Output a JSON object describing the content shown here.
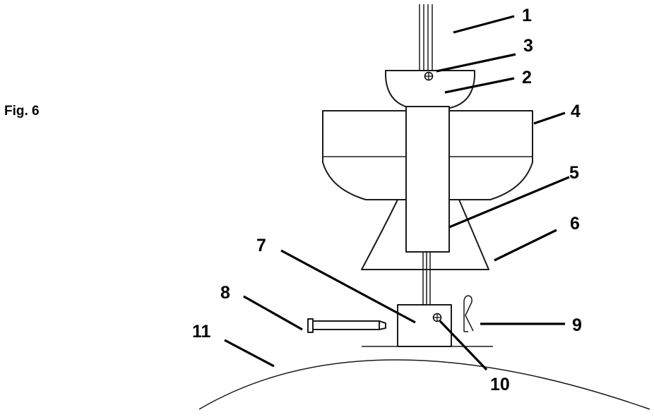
{
  "figure": {
    "label": "Fig. 6"
  },
  "callouts": [
    {
      "id": "c1",
      "text": "1"
    },
    {
      "id": "c2",
      "text": "2"
    },
    {
      "id": "c3",
      "text": "3"
    },
    {
      "id": "c4",
      "text": "4"
    },
    {
      "id": "c5",
      "text": "5"
    },
    {
      "id": "c6",
      "text": "6"
    },
    {
      "id": "c7",
      "text": "7"
    },
    {
      "id": "c8",
      "text": "8"
    },
    {
      "id": "c9",
      "text": "9"
    },
    {
      "id": "c10",
      "text": "10"
    },
    {
      "id": "c11",
      "text": "11"
    }
  ]
}
